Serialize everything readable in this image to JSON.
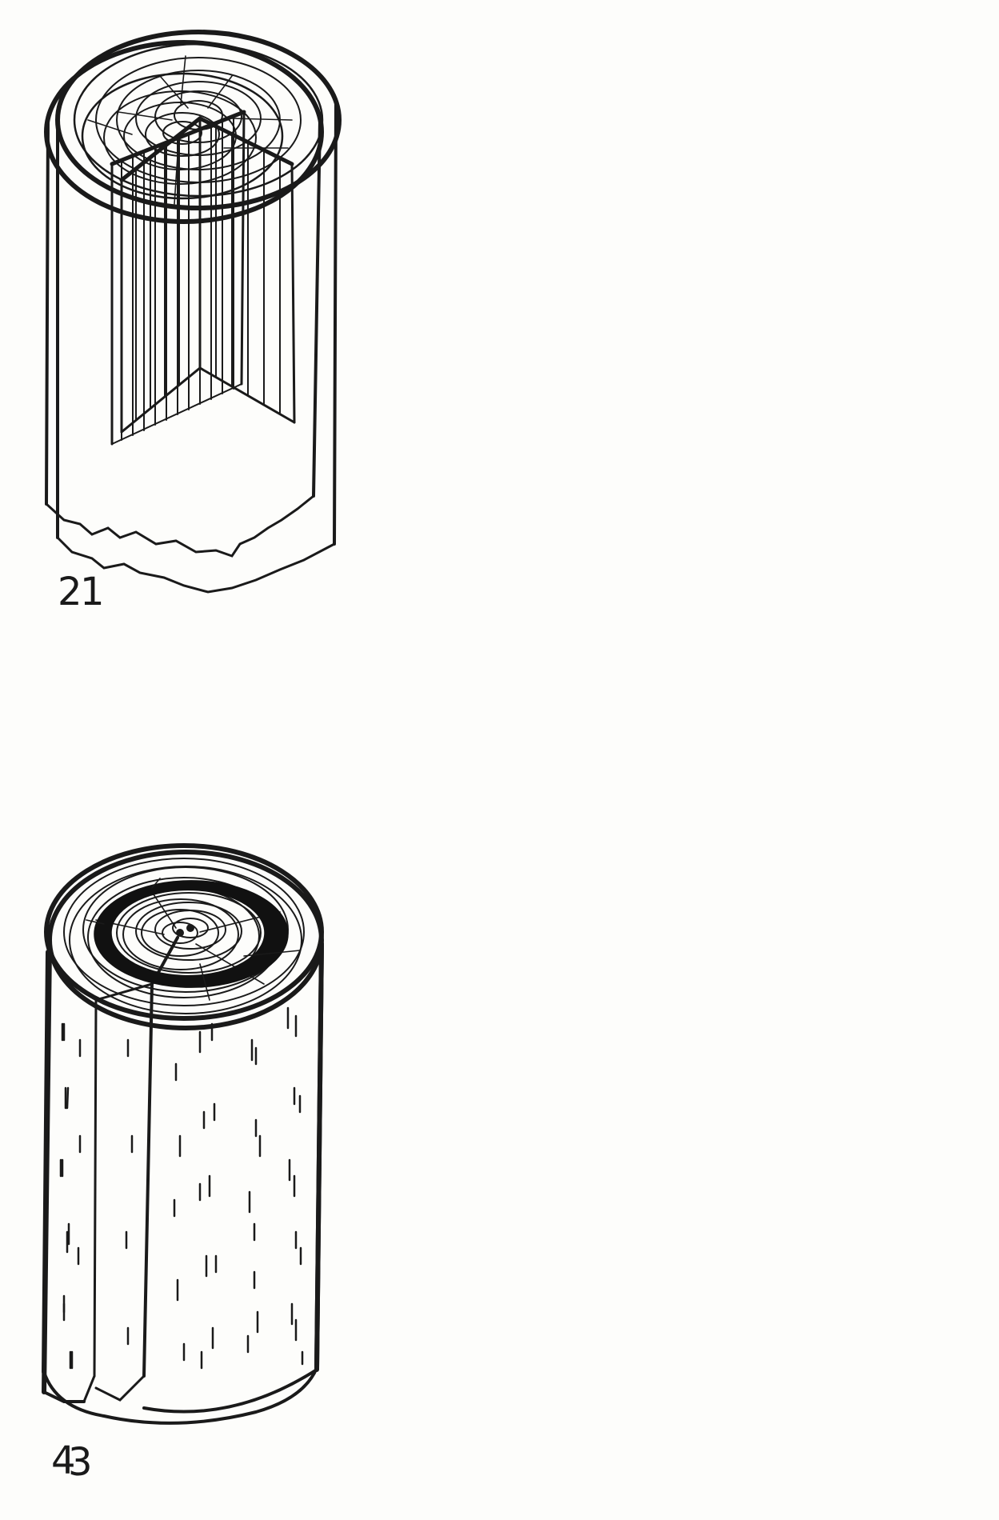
{
  "figures": [
    {
      "label": "1"
    },
    {
      "label": "2"
    },
    {
      "label": "3"
    },
    {
      "label": "4"
    }
  ],
  "colors": {
    "ink": "#1a1a1a",
    "paper": "#fdfdfb",
    "heartwood": "#111111"
  },
  "icons": [
    "log-cross-section-icon",
    "tree-ring-icon"
  ]
}
